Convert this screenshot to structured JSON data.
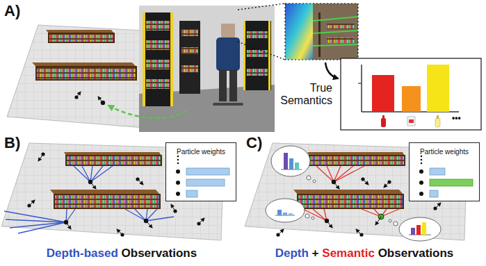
{
  "diagram": {
    "nodes": [
      {
        "text": [
          "Particle weights"
        ]
      },
      {
        "text": [
          "Particle weights"
        ]
      }
    ],
    "labels": [
      "A)",
      "True Semantics",
      "B)",
      "C)",
      "Depth-based",
      "Observations",
      "Depth",
      "+",
      "Semantic",
      "Observations",
      "•••"
    ]
  }
}
